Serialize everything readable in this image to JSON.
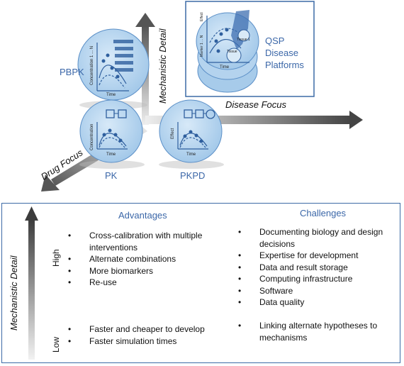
{
  "figure": {
    "axes": {
      "mechanistic_detail": "Mechanistic Detail",
      "disease_focus": "Disease Focus",
      "drug_focus": "Drug Focus"
    },
    "models": {
      "pbpk": "PBPK",
      "pk": "PK",
      "pkpd": "PKPD",
      "qsp_line1": "QSP",
      "qsp_line2": "Disease",
      "qsp_line3": "Platforms"
    },
    "plot_text": {
      "time": "Time",
      "concentration": "Concentration",
      "concentration_n": "Concentration 1 ... N",
      "effect": "Effect",
      "marker_n": "Marker 1 ... N",
      "tissue1": "Tissue 1",
      "tissue": "Tissue"
    }
  },
  "table": {
    "axis_label": "Mechanistic Detail",
    "levels": {
      "high": "High",
      "low": "Low"
    },
    "advantages": {
      "title": "Advantages",
      "high": [
        "Cross-calibration with multiple interventions",
        "Alternate combinations",
        "More biomarkers",
        "Re-use"
      ],
      "low": [
        "Faster and cheaper to develop",
        "Faster simulation times"
      ]
    },
    "challenges": {
      "title": "Challenges",
      "high": [
        "Documenting biology and design decisions",
        "Expertise for development",
        "Data and result storage",
        "Computing infrastructure",
        "Software",
        "Data quality"
      ],
      "low": [
        "Linking alternate hypotheses to mechanisms"
      ]
    }
  },
  "colors": {
    "accent_blue": "#3b67a8",
    "bubble_fill": "#a9cdeb",
    "bubble_edge": "#5b8fc7",
    "arrow_dark": "#555555"
  }
}
